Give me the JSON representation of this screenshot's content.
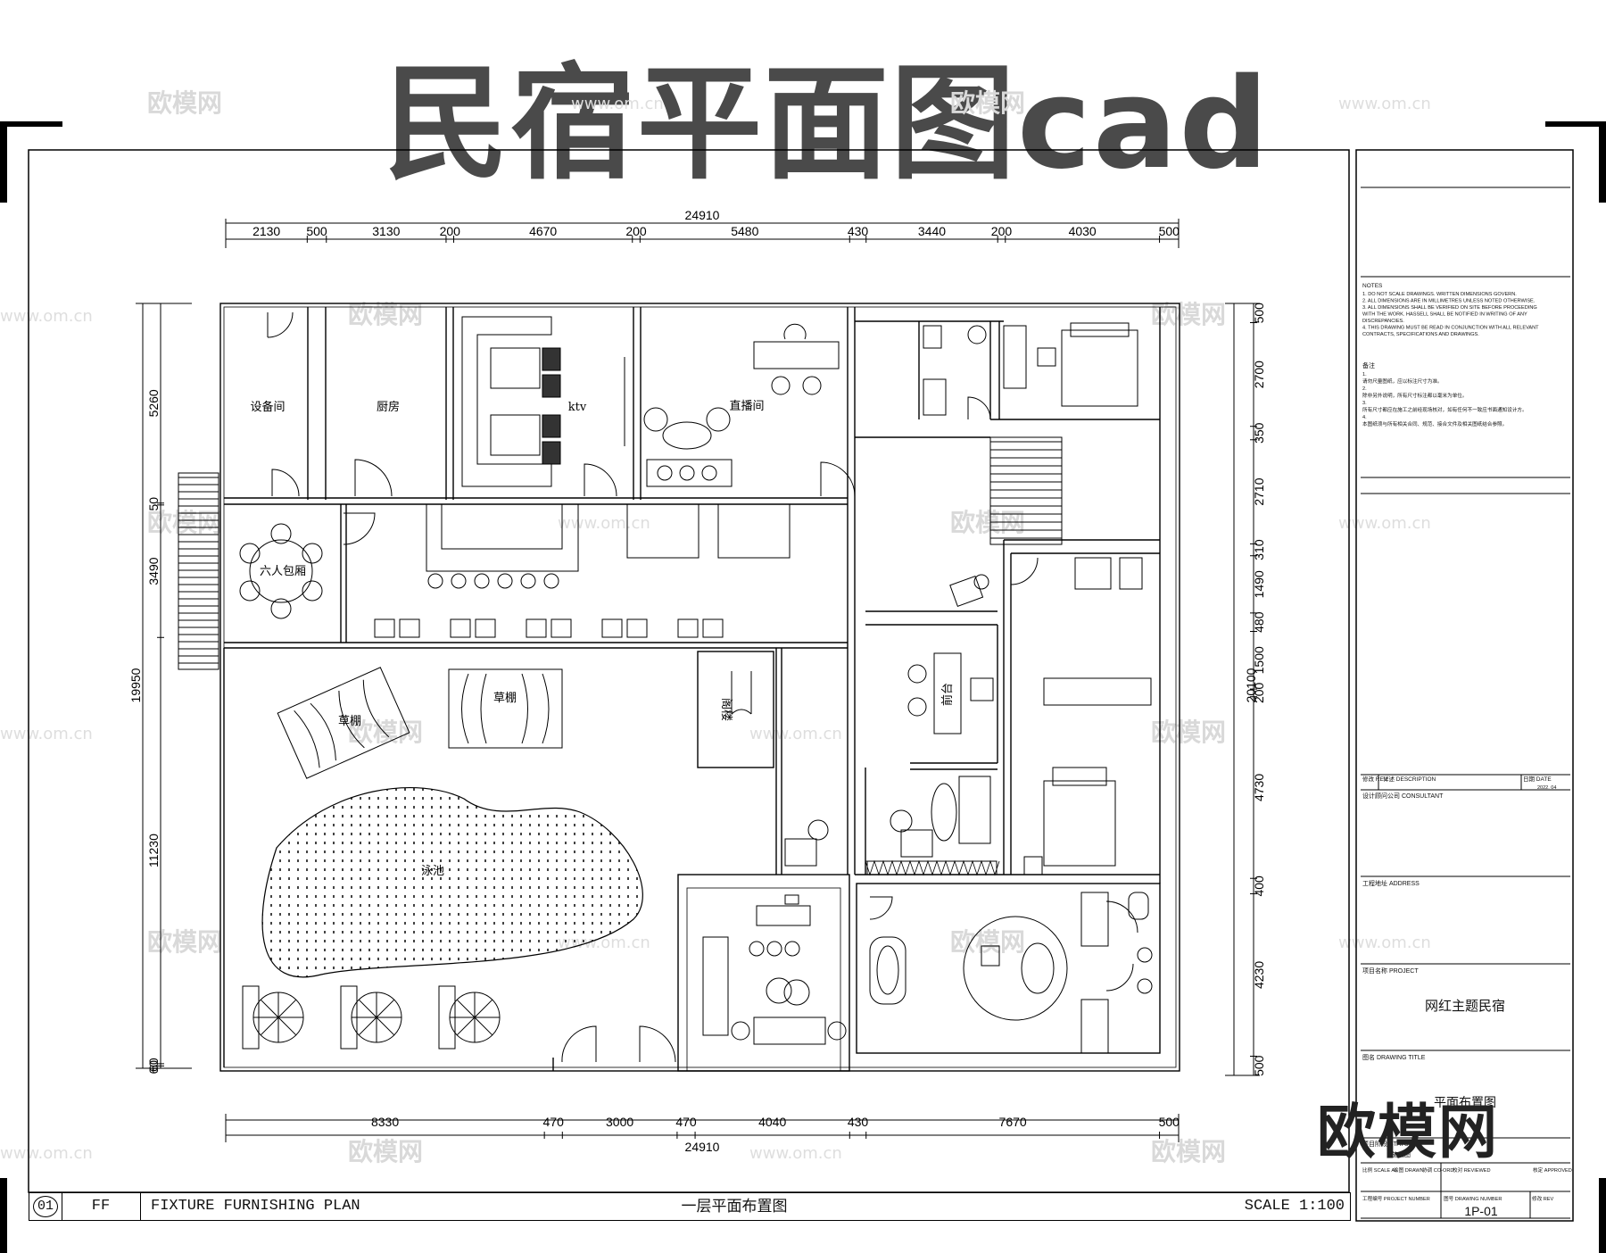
{
  "title": "民宿平面图cad",
  "dimensions_top": {
    "total": "24910",
    "segments": [
      "2130",
      "500",
      "3130",
      "200",
      "4670",
      "200",
      "5480",
      "430",
      "3440",
      "200",
      "4030",
      "500"
    ]
  },
  "dimensions_bottom": {
    "total": "24910",
    "segments": [
      "8330",
      "470",
      "3000",
      "470",
      "4040",
      "430",
      "7670",
      "500"
    ]
  },
  "dimensions_left": {
    "total": "19950",
    "segments": [
      "5260",
      "50",
      "3490",
      "11230",
      "60",
      "60"
    ]
  },
  "dimensions_right": {
    "total": "20100",
    "segments": [
      "500",
      "2700",
      "350",
      "2710",
      "310",
      "1490",
      "480",
      "1500",
      "200",
      "4730",
      "400",
      "4230",
      "500"
    ]
  },
  "rooms": {
    "equipment": "设备间",
    "kitchen": "厨房",
    "ktv": "ktv",
    "live": "直播间",
    "six_room": "六人包厢",
    "front_desk": "前台",
    "lawn1": "草棚",
    "lawn2": "草棚",
    "pool": "泳池",
    "storage": "阁楼"
  },
  "notes": {
    "header": "NOTES",
    "items": [
      "1.   DO NOT SCALE DRAWINGS. WRITTEN DIMENSIONS GOVERN.",
      "2.   ALL DIMENSIONS ARE IN MILLIMETRES UNLESS NOTED OTHERWISE.",
      "3.   ALL DIMENSIONS SHALL BE VERIFIED ON SITE BEFORE PROCEEDING",
      "      WITH THE WORK. HASSELL SHALL BE NOTIFIED IN WRITING OF ANY",
      "      DISCREPANCIES.",
      "4.   THIS DRAWING MUST BE READ IN CONJUNCTION WITH ALL RELEVANT",
      "      CONTRACTS, SPECIFICATIONS AND DRAWINGS."
    ],
    "cn_header": "备注",
    "cn_items": [
      "1.",
      "请勿尺量图纸，应以标注尺寸为准。",
      "2.",
      "除非另外说明，所有尺寸标注都以毫米为单位。",
      "3.",
      "所有尺寸都应在施工之前经现场核对，如有任何不一致应书面通知设计方。",
      "4.",
      "本图纸须与所有相关合同、规范、接合文件及相关图纸结合参照。"
    ]
  },
  "title_block": {
    "rev": "修改 REV",
    "desc": "详述  DESCRIPTION",
    "date_label": "日期 DATE",
    "date": "2022. 04",
    "consultant": "设计顾问公司  CONSULTANT",
    "address": "工程地址  ADDRESS",
    "project_label": "项目名称  PROJECT",
    "project": "网红主题民宿",
    "drawing_title_label": "图名  DRAWING TITLE",
    "drawing_title": "平面布置图",
    "status_label": "项目阶段  STATUS",
    "status": "施工图",
    "scale_row": [
      "比例  SCALE A1",
      "绘图  DRAWN",
      "协调  CO-ORD",
      "校对 REVIEWED",
      "核定 APPROVED"
    ],
    "num_row": [
      "工程编号  PROJECT NUMBER",
      "图号  DRAWING NUMBER",
      "修改  REV"
    ],
    "drawing_number": "1P-01"
  },
  "bottom_bar": {
    "index": "01",
    "code": "FF",
    "name": "FIXTURE FURNISHING PLAN",
    "cn_name": "一层平面布置图",
    "scale": "SCALE 1:100"
  },
  "logo": "欧模网",
  "watermark": {
    "logo": "欧模网",
    "url": "www.om.cn"
  }
}
